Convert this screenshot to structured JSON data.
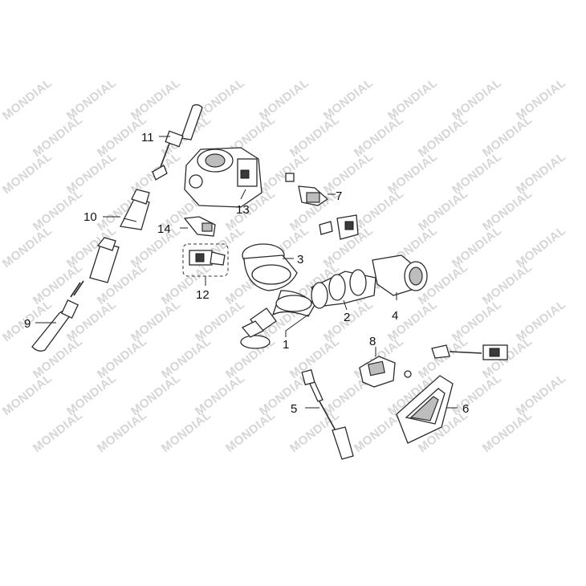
{
  "diagram": {
    "watermark_text": "MONDIAL",
    "callouts": [
      {
        "id": "c1",
        "label": "1"
      },
      {
        "id": "c2",
        "label": "2"
      },
      {
        "id": "c3",
        "label": "3"
      },
      {
        "id": "c4",
        "label": "4"
      },
      {
        "id": "c5",
        "label": "5"
      },
      {
        "id": "c6",
        "label": "6"
      },
      {
        "id": "c7",
        "label": "7"
      },
      {
        "id": "c8",
        "label": "8"
      },
      {
        "id": "c9",
        "label": "9"
      },
      {
        "id": "c10",
        "label": "10"
      },
      {
        "id": "c11",
        "label": "11"
      },
      {
        "id": "c12",
        "label": "12"
      },
      {
        "id": "c13",
        "label": "13"
      },
      {
        "id": "c14",
        "label": "14"
      }
    ]
  }
}
